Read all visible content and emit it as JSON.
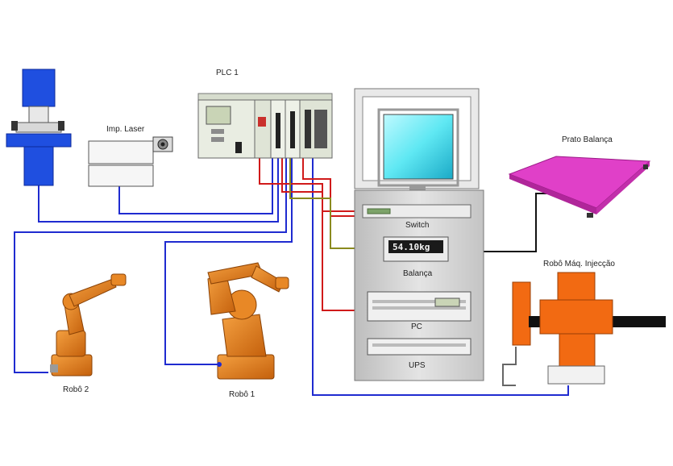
{
  "labels": {
    "plc": "PLC 1",
    "laser": "Imp. Laser",
    "scale_plate": "Prato Balança",
    "switch": "Switch",
    "scale": "Balança",
    "pc": "PC",
    "ups": "UPS",
    "injection_robot": "Robô Máq. Injecção",
    "robot2": "Robô 2",
    "robot1": "Robô 1"
  },
  "scale_display": "54.10kg",
  "colors": {
    "blue_wire": "#1f2bd0",
    "red_wire": "#d01a1a",
    "olive_wire": "#8a8a1e",
    "black_wire": "#111111",
    "robot_orange": "#e07a18",
    "injection_orange": "#f26a12",
    "scale_plate": "#e040c8",
    "screen": "#4fe6f0",
    "blue_machine": "#1f4fe0"
  }
}
